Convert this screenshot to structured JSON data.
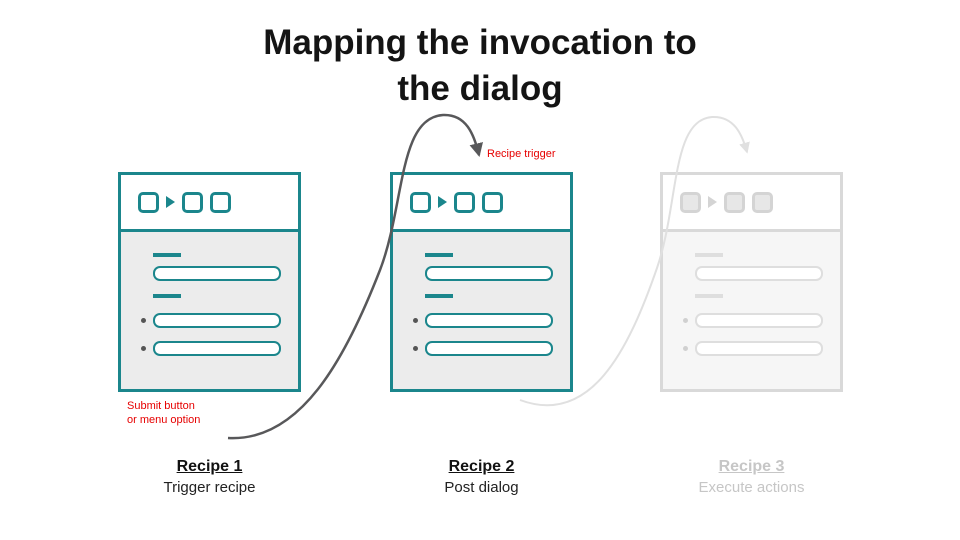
{
  "title": {
    "line1": "Mapping the invocation to",
    "line2": "the dialog"
  },
  "annotations": {
    "recipe_trigger": "Recipe trigger",
    "submit_button": "Submit button or menu option"
  },
  "recipes": [
    {
      "name": "Recipe 1",
      "subtitle": "Trigger recipe",
      "state": "active"
    },
    {
      "name": "Recipe 2",
      "subtitle": "Post dialog",
      "state": "active"
    },
    {
      "name": "Recipe 3",
      "subtitle": "Execute actions",
      "state": "inactive"
    }
  ],
  "icons": {
    "step_square": "rounded-square",
    "chevron_right": "triangle-right",
    "bullet": "dot"
  },
  "colors": {
    "accent_teal": "#1b868c",
    "muted_gray": "#d9d9d9",
    "annotation_red": "#e60000",
    "arrow_dark": "#58585a",
    "arrow_light": "#e0e0e0"
  }
}
